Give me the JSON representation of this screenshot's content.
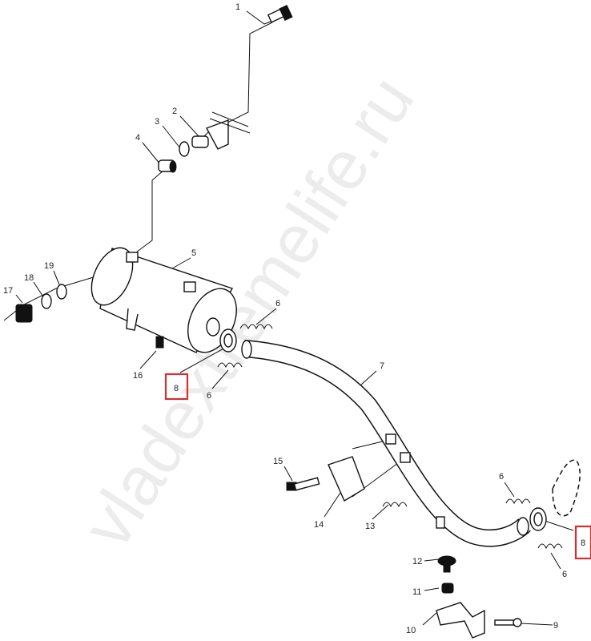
{
  "diagram": {
    "watermark": "vladextremelife.ru",
    "highlight_color": "#d32f2f",
    "callouts": {
      "c1": "1",
      "c2": "2",
      "c3": "3",
      "c4": "4",
      "c5": "5",
      "c6a": "6",
      "c6b": "6",
      "c6c": "6",
      "c6d": "6",
      "c7": "7",
      "c8a": "8",
      "c8b": "8",
      "c9": "9",
      "c10": "10",
      "c11": "11",
      "c12": "12",
      "c13": "13",
      "c14": "14",
      "c15": "15",
      "c16": "16",
      "c17": "17",
      "c18": "18",
      "c19": "19"
    }
  }
}
